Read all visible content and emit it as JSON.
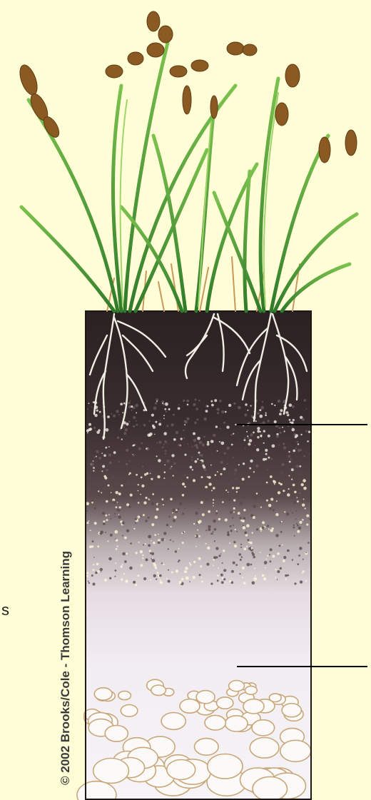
{
  "credit": "© 2002 Brooks/Cole - Thomson Learning",
  "edge_label": "s",
  "colors": {
    "background": "#fffed6",
    "topsoil": "#2c2323",
    "subsoil": "#efe9f0",
    "grass": "#5aa638",
    "seed_heads": "#8a5a22",
    "roots": "#f2efe8",
    "leader_lines": "#000000"
  },
  "leader_lines": 2
}
